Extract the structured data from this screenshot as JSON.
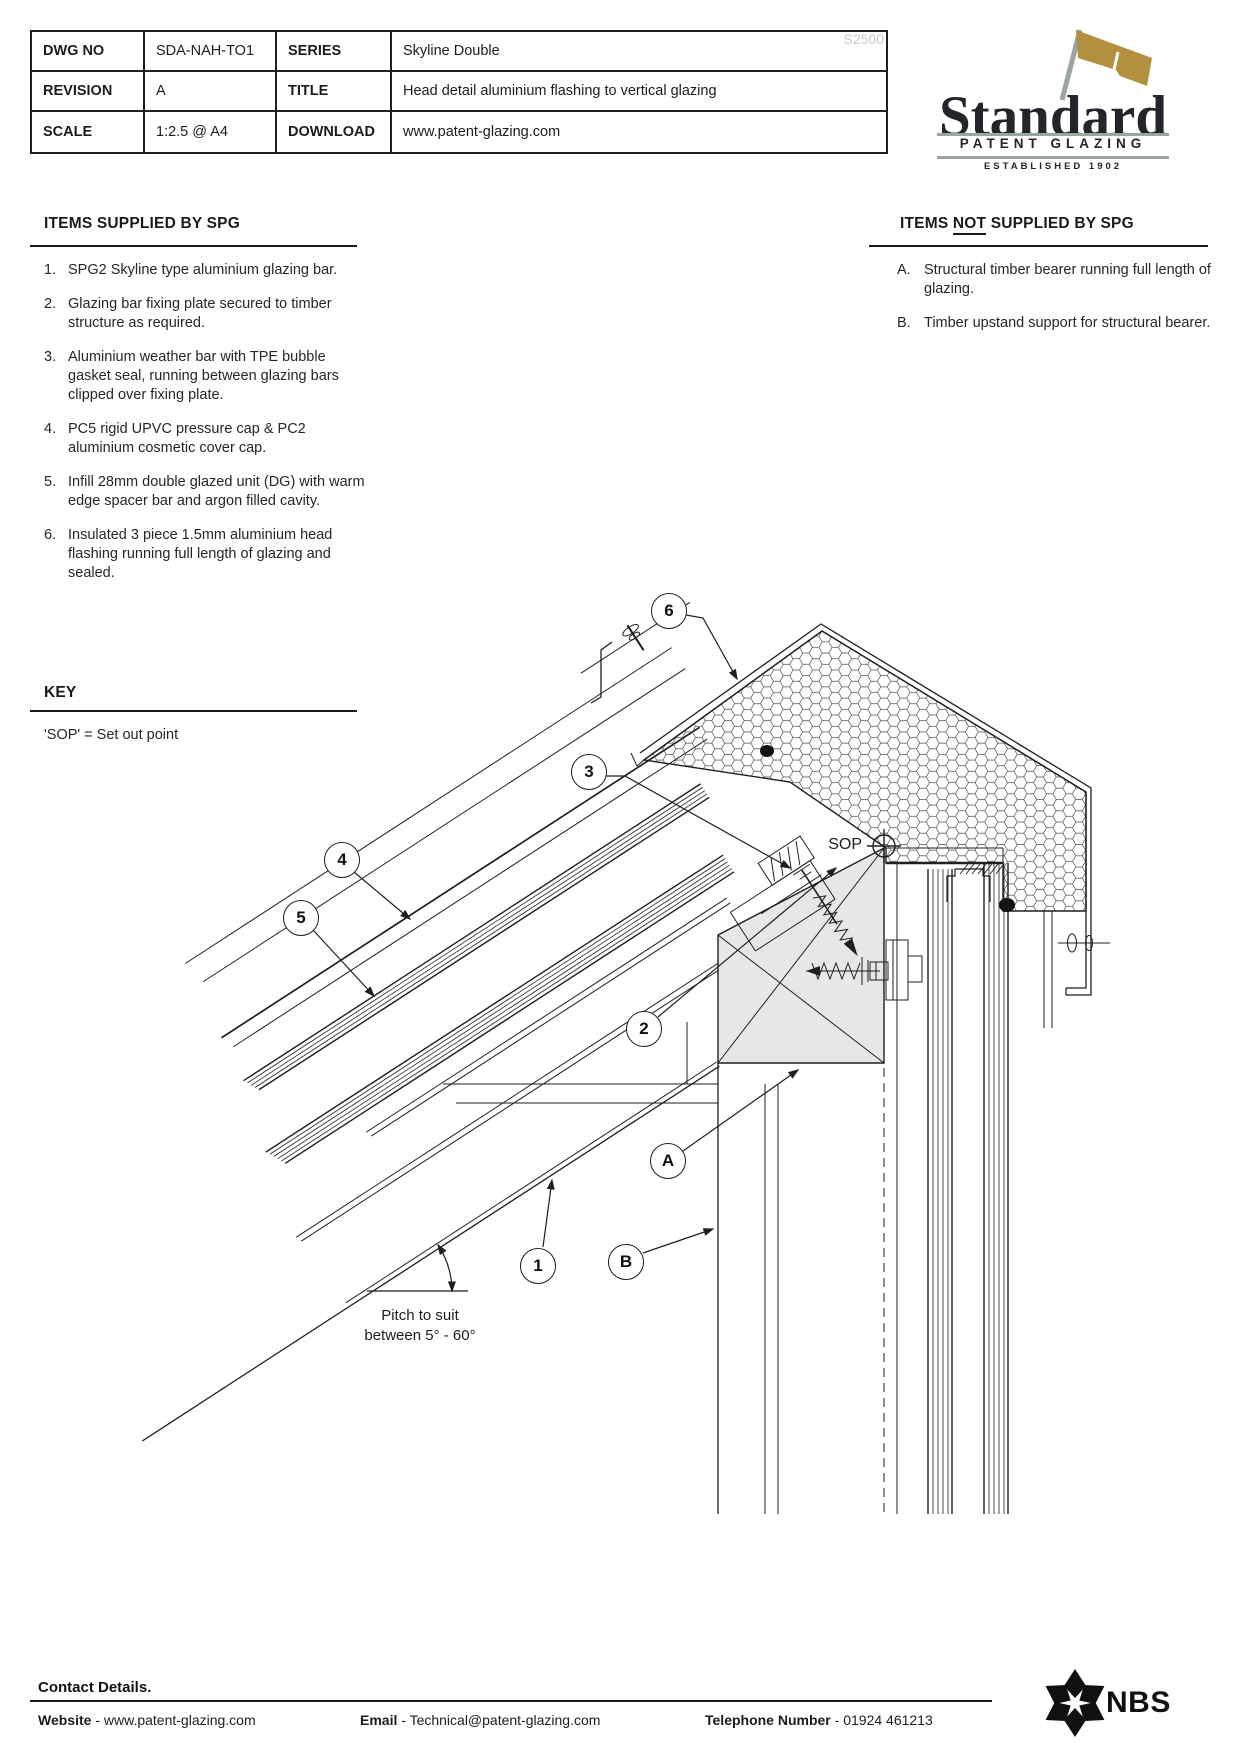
{
  "watermark": "S2500",
  "title_block": {
    "rows": [
      [
        "DWG NO",
        "SDA-NAH-TO1",
        "SERIES",
        "Skyline Double"
      ],
      [
        "REVISION",
        "A",
        "TITLE",
        "Head detail aluminium flashing to vertical glazing"
      ],
      [
        "SCALE",
        "1:2.5 @ A4",
        "DOWNLOAD",
        "www.patent-glazing.com"
      ]
    ]
  },
  "logo": {
    "name": "Standard",
    "subtitle": "PATENT GLAZING",
    "established": "ESTABLISHED 1902"
  },
  "supplied": {
    "heading": "ITEMS SUPPLIED BY SPG",
    "items": [
      {
        "n": "1.",
        "text": "SPG2 Skyline type aluminium glazing bar."
      },
      {
        "n": "2.",
        "text": "Glazing bar fixing plate secured to timber structure as required."
      },
      {
        "n": "3.",
        "text": "Aluminium weather bar with TPE bubble gasket seal, running between glazing bars clipped over fixing plate."
      },
      {
        "n": "4.",
        "text": "PC5 rigid UPVC pressure cap & PC2 aluminium cosmetic cover cap."
      },
      {
        "n": "5.",
        "text": "Infill 28mm double glazed unit (DG) with warm edge spacer bar and argon filled cavity."
      },
      {
        "n": "6.",
        "text": "Insulated 3 piece 1.5mm aluminium head flashing running full length of glazing and sealed."
      }
    ]
  },
  "not_supplied": {
    "heading_pre": "ITEMS ",
    "heading_not": "NOT",
    "heading_post": " SUPPLIED BY SPG",
    "items": [
      {
        "n": "A.",
        "text": "Structural timber bearer running full length of glazing."
      },
      {
        "n": "B.",
        "text": "Timber upstand support for structural bearer."
      }
    ]
  },
  "key": {
    "heading": "KEY",
    "text": "'SOP' = Set out point"
  },
  "drawing": {
    "sop": "SOP",
    "pitch1": "Pitch to suit",
    "pitch2": "between 5° - 60°",
    "callouts": [
      {
        "label": "1"
      },
      {
        "label": "2"
      },
      {
        "label": "3"
      },
      {
        "label": "4"
      },
      {
        "label": "5"
      },
      {
        "label": "6"
      },
      {
        "label": "A"
      },
      {
        "label": "B"
      }
    ]
  },
  "footer": {
    "contact": "Contact Details.",
    "website_label": "Website",
    "website": "www.patent-glazing.com",
    "email_label": "Email",
    "email": "Technical@patent-glazing.com",
    "phone_label": "Telephone Number",
    "phone": "01924 461213",
    "dash": "-",
    "nbs": "NBS"
  }
}
